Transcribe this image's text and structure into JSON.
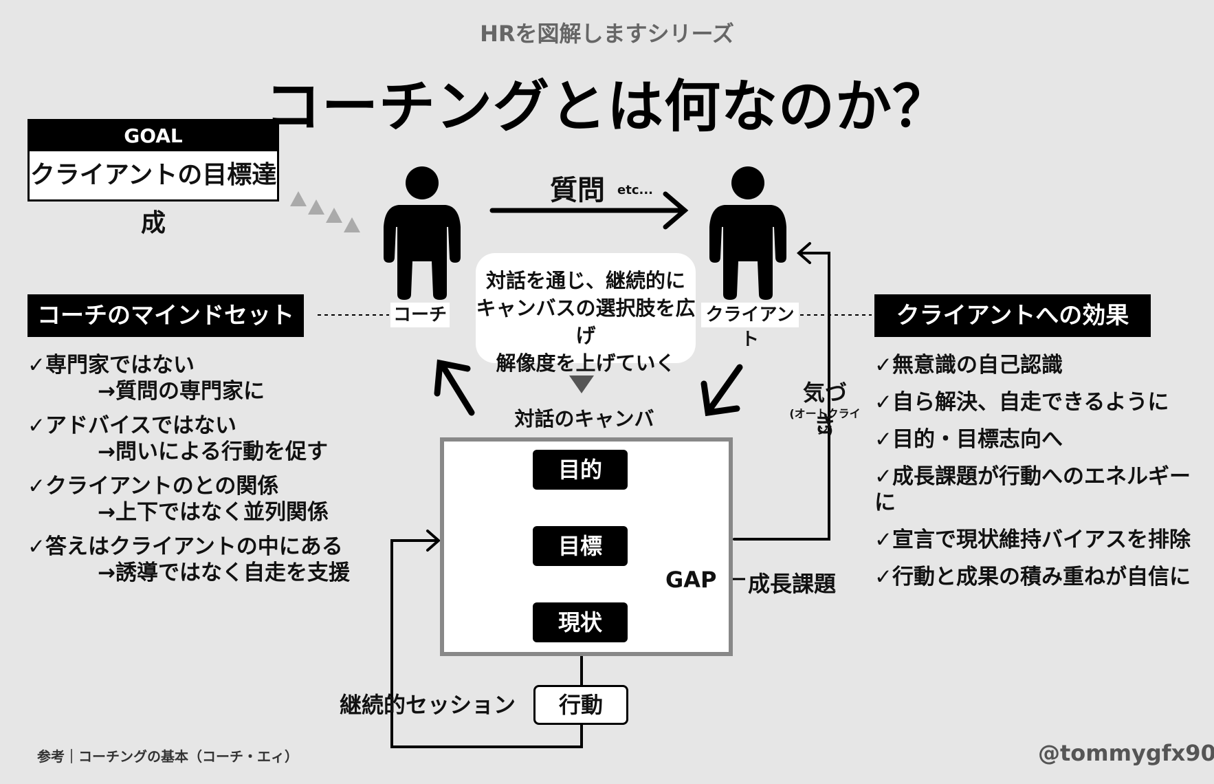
{
  "header": {
    "series": "HRを図解しますシリーズ",
    "title": "コーチングとは何なのか？"
  },
  "goal": {
    "label": "GOAL",
    "text": "クライアントの目標達成"
  },
  "coach_mindset": {
    "heading": "コーチのマインドセット",
    "items": [
      {
        "main": "✓専門家ではない",
        "sub": "→質問の専門家に"
      },
      {
        "main": "✓アドバイスではない",
        "sub": "→問いによる行動を促す"
      },
      {
        "main": "✓クライアントのとの関係",
        "sub": "→上下ではなく並列関係"
      },
      {
        "main": "✓答えはクライアントの中にある",
        "sub": "→誘導ではなく自走を支援"
      }
    ]
  },
  "client_effects": {
    "heading": "クライアントへの効果",
    "items": [
      "✓無意識の自己認識",
      "✓自ら解決、自走できるように",
      "✓目的・目標志向へ",
      "✓成長課題が行動へのエネルギーに",
      "✓宣言で現状維持バイアスを排除",
      "✓行動と成果の積み重ねが自信に"
    ]
  },
  "people": {
    "coach": "コーチ",
    "client": "クライアント"
  },
  "question": {
    "label": "質問",
    "etc": "etc..."
  },
  "bubble": {
    "lines": [
      "対話を通じ、継続的に",
      "キャンバスの選択肢を広げ",
      "解像度を上げていく"
    ]
  },
  "canvas": {
    "label": "対話のキャンバス",
    "purpose": "目的",
    "target": "目標",
    "current": "現状"
  },
  "gap": {
    "label": "GAP",
    "arrow": "←",
    "growth": "成長課題"
  },
  "action": "行動",
  "session": "継続的セッション",
  "awareness": {
    "label": "気づき",
    "sub": "(オートクライン)"
  },
  "footer": {
    "reference": "参考｜コーチングの基本（コーチ・エィ）",
    "handle": "@tommygfx90"
  }
}
